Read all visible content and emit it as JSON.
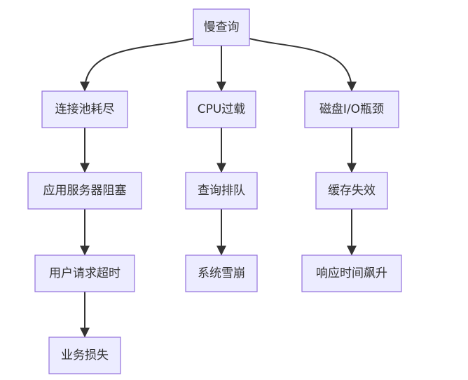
{
  "diagram": {
    "nodes": [
      {
        "id": "root",
        "label": "慢查询"
      },
      {
        "id": "a1",
        "label": "连接池耗尽"
      },
      {
        "id": "a2",
        "label": "应用服务器阻塞"
      },
      {
        "id": "a3",
        "label": "用户请求超时"
      },
      {
        "id": "a4",
        "label": "业务损失"
      },
      {
        "id": "b1",
        "label": "CPU过载"
      },
      {
        "id": "b2",
        "label": "查询排队"
      },
      {
        "id": "b3",
        "label": "系统雪崩"
      },
      {
        "id": "c1",
        "label": "磁盘I/O瓶颈"
      },
      {
        "id": "c2",
        "label": "缓存失效"
      },
      {
        "id": "c3",
        "label": "响应时间飙升"
      }
    ],
    "edges": [
      {
        "from": "root",
        "to": "a1"
      },
      {
        "from": "root",
        "to": "b1"
      },
      {
        "from": "root",
        "to": "c1"
      },
      {
        "from": "a1",
        "to": "a2"
      },
      {
        "from": "a2",
        "to": "a3"
      },
      {
        "from": "a3",
        "to": "a4"
      },
      {
        "from": "b1",
        "to": "b2"
      },
      {
        "from": "b2",
        "to": "b3"
      },
      {
        "from": "c1",
        "to": "c2"
      },
      {
        "from": "c2",
        "to": "c3"
      }
    ]
  },
  "colors": {
    "node_fill": "#ececff",
    "node_border": "#9370db",
    "edge": "#333333",
    "text": "#333333"
  }
}
